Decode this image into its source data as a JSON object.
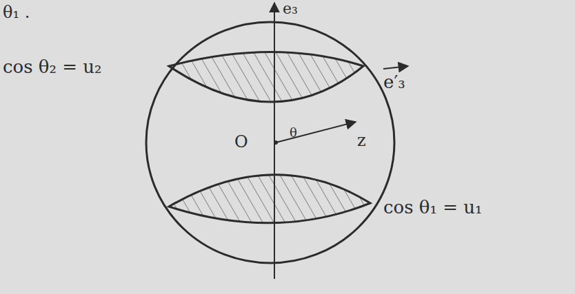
{
  "diagram": {
    "labels": [
      "θ₁ .",
      "e₃",
      "cos θ₂ = u₂",
      "e′₃",
      "O",
      "θ",
      "z",
      "cos θ₁ = u₁"
    ]
  }
}
